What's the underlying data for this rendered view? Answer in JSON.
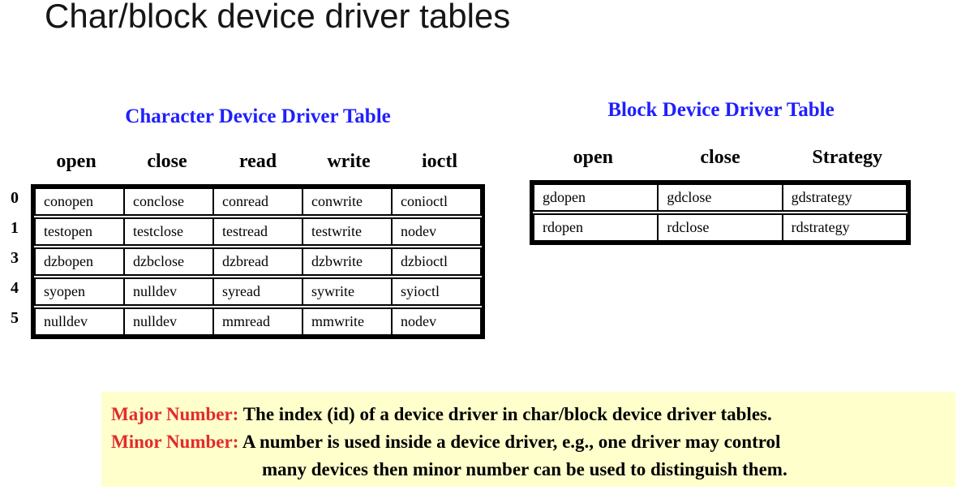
{
  "page": {
    "title": "Char/block device driver tables"
  },
  "colors": {
    "heading_blue": "#1f1fff",
    "label_red": "#e32b2b",
    "note_background": "#ffffcc",
    "table_border": "#000000"
  },
  "char_table": {
    "heading": "Character Device Driver Table",
    "columns": [
      "open",
      "close",
      "read",
      "write",
      "ioctl"
    ],
    "row_indices": [
      "0",
      "1",
      "3",
      "4",
      "5"
    ],
    "rows": [
      [
        "conopen",
        "conclose",
        "conread",
        "conwrite",
        "conioctl"
      ],
      [
        "testopen",
        "testclose",
        "testread",
        "testwrite",
        "nodev"
      ],
      [
        "dzbopen",
        "dzbclose",
        "dzbread",
        "dzbwrite",
        "dzbioctl"
      ],
      [
        "syopen",
        "nulldev",
        "syread",
        "sywrite",
        "syioctl"
      ],
      [
        "nulldev",
        "nulldev",
        "mmread",
        "mmwrite",
        "nodev"
      ]
    ]
  },
  "block_table": {
    "heading": "Block Device Driver Table",
    "columns": [
      "open",
      "close",
      "Strategy"
    ],
    "rows": [
      [
        "gdopen",
        "gdclose",
        "gdstrategy"
      ],
      [
        "rdopen",
        "rdclose",
        "rdstrategy"
      ]
    ]
  },
  "note": {
    "line1_label": "Major Number:",
    "line1_text": "The index (id) of a device driver in char/block device driver tables.",
    "line2_label": "Minor Number:",
    "line2_text": "A number is used inside a device driver, e.g., one driver may control",
    "line3_text": "many devices then minor number can be used to distinguish them."
  }
}
